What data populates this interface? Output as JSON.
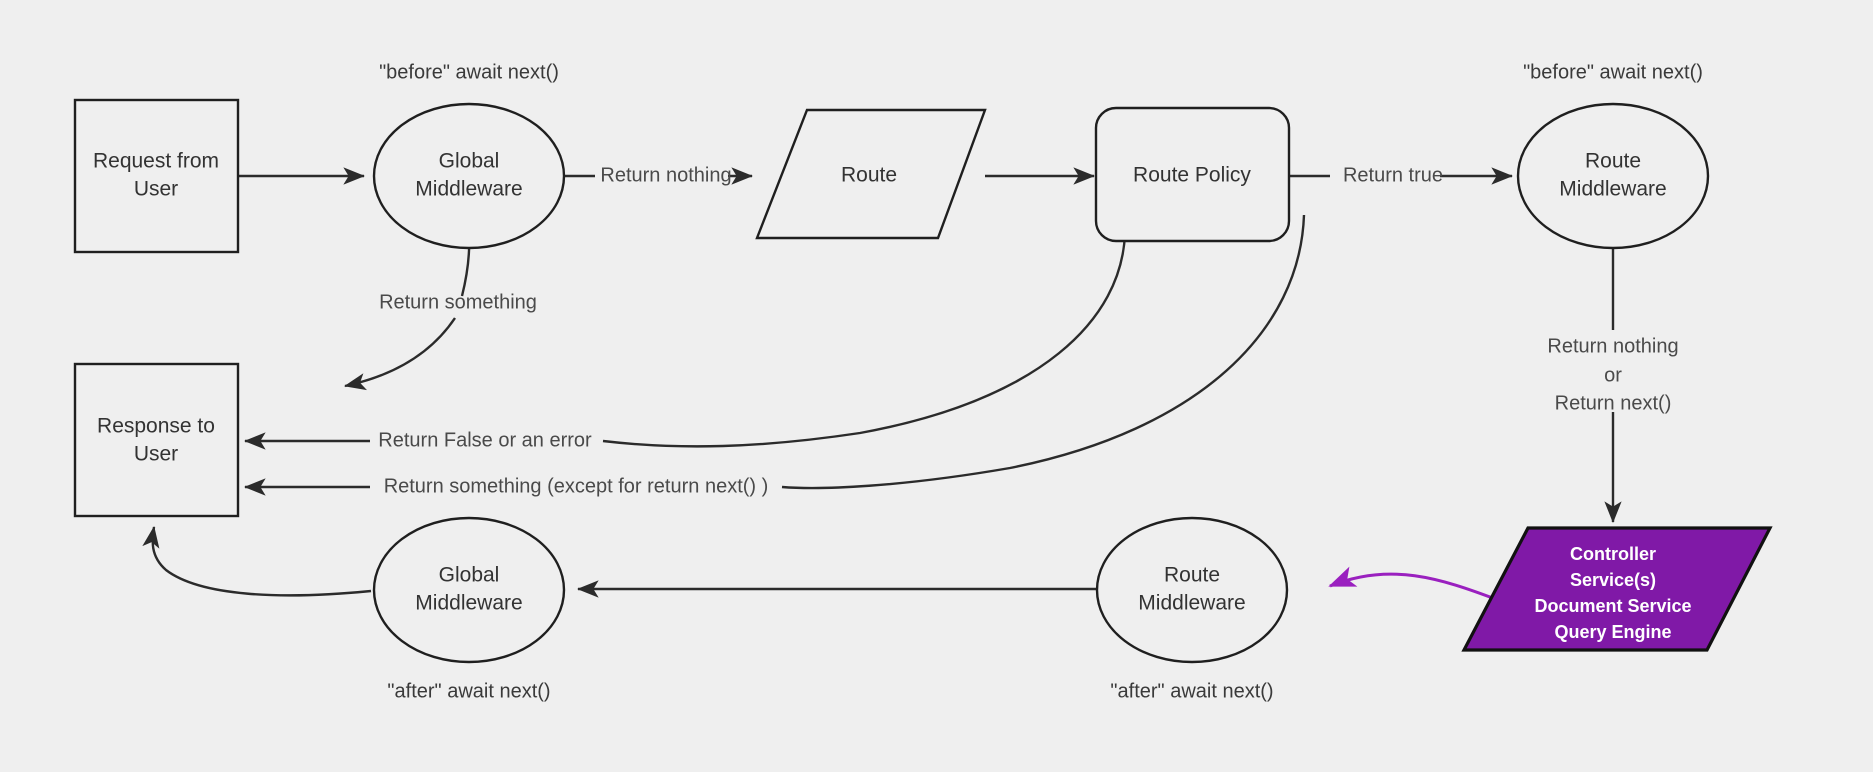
{
  "diagram": {
    "title": "Middleware request lifecycle flowchart",
    "background_color": "#efefef",
    "accent_color": "#8019a7",
    "stroke_color": "#2b2b2b",
    "nodes": {
      "request_from_user": {
        "line1": "Request from",
        "line2": "User",
        "shape": "rectangle"
      },
      "global_middleware_top": {
        "line1": "Global",
        "line2": "Middleware",
        "shape": "ellipse"
      },
      "route": {
        "label": "Route",
        "shape": "parallelogram"
      },
      "route_policy": {
        "label": "Route Policy",
        "shape": "rounded-rectangle"
      },
      "route_middleware_top": {
        "line1": "Route",
        "line2": "Middleware",
        "shape": "ellipse"
      },
      "controller": {
        "line1": "Controller",
        "line2": "Service(s)",
        "line3": "Document Service",
        "line4": "Query Engine",
        "shape": "parallelogram",
        "fill": "#8019a7",
        "text_color": "#ffffff"
      },
      "route_middleware_bottom": {
        "line1": "Route",
        "line2": "Middleware",
        "shape": "ellipse"
      },
      "global_middleware_bottom": {
        "line1": "Global",
        "line2": "Middleware",
        "shape": "ellipse"
      },
      "response_to_user": {
        "line1": "Response to",
        "line2": "User",
        "shape": "rectangle"
      }
    },
    "annotations": {
      "before_await_next_global": "\"before\" await next()",
      "before_await_next_route": "\"before\" await next()",
      "after_await_next_global": "\"after\" await next()",
      "after_await_next_route": "\"after\" await next()"
    },
    "edge_labels": {
      "return_nothing": "Return nothing",
      "return_true": "Return true",
      "return_something": "Return something",
      "return_false_or_error": "Return False or an error",
      "return_something_except": "Return something (except for return next() )",
      "return_nothing_or_next_line1": "Return nothing",
      "return_nothing_or_next_line2": "or",
      "return_nothing_or_next_line3": "Return next()"
    }
  }
}
